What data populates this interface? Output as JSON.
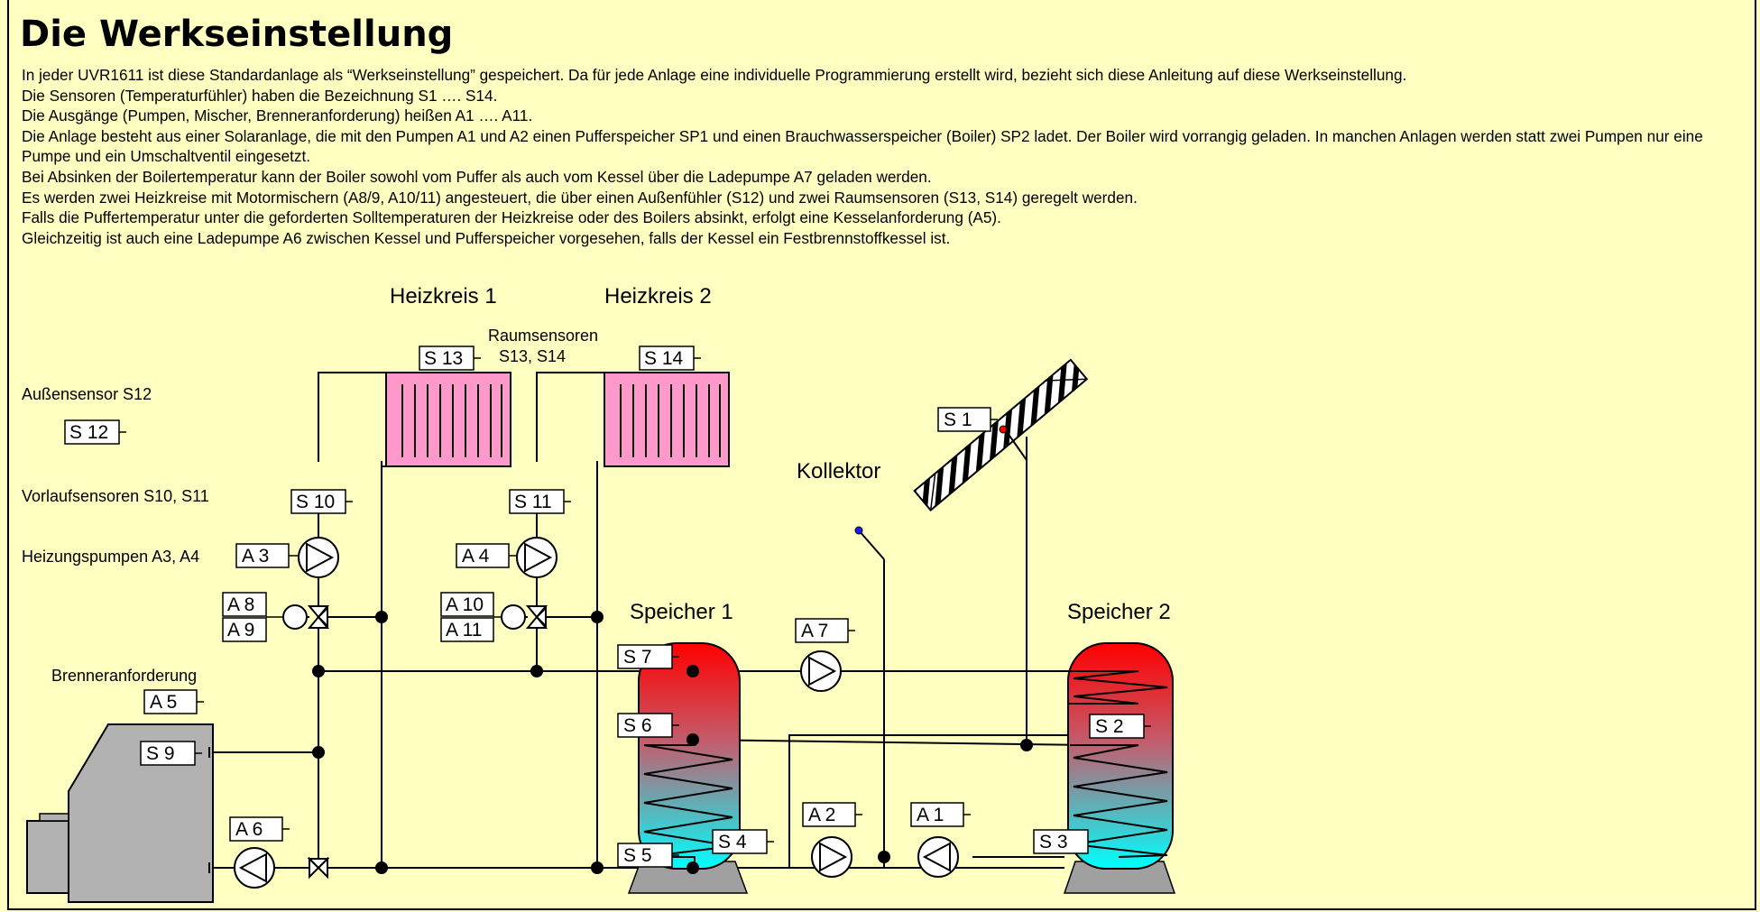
{
  "title": "Die Werkseinstellung",
  "paragraphs": [
    "In jeder UVR1611 ist diese Standardanlage als “Werkseinstellung” gespeichert. Da für jede Anlage eine individuelle Programmierung erstellt wird, bezieht sich diese Anleitung auf diese Werkseinstellung.",
    "Die Sensoren (Temperaturfühler) haben die Bezeichnung S1 …. S14.",
    "Die Ausgänge (Pumpen, Mischer, Brenneranforderung) heißen A1 …. A11.",
    "Die Anlage besteht aus einer Solaranlage, die mit den Pumpen A1 und A2 einen Pufferspeicher SP1 und einen Brauchwasserspeicher (Boiler) SP2 ladet. Der Boiler wird vorrangig geladen. In manchen Anlagen werden statt zwei Pumpen nur eine Pumpe und ein Umschaltventil eingesetzt.",
    "Bei Absinken der Boilertemperatur kann der Boiler sowohl vom Puffer als auch vom Kessel über die Ladepumpe A7 geladen werden.",
    "Es werden zwei Heizkreise mit Motormischern (A8/9, A10/11) angesteuert, die über einen Außenfühler (S12) und zwei Raumsensoren (S13, S14) geregelt werden.",
    "Falls die Puffertemperatur unter die geforderten Solltemperaturen der Heizkreise oder des Boilers absinkt, erfolgt eine Kesselanforderung (A5).",
    "Gleichzeitig ist auch eine Ladepumpe A6 zwischen Kessel und Pufferspeicher vorgesehen, falls der Kessel ein Festbrennstoffkessel ist."
  ],
  "diagram": {
    "labels": {
      "heizkreis1": "Heizkreis 1",
      "heizkreis2": "Heizkreis 2",
      "raumsensoren_line1": "Raumsensoren",
      "raumsensoren_line2": "S13, S14",
      "aussensensor": "Außensensor S12",
      "vorlaufsensoren": "Vorlaufsensoren S10, S11",
      "heizungspumpen": "Heizungspumpen A3, A4",
      "brenneranforderung": "Brenneranforderung",
      "kollektor": "Kollektor",
      "speicher1": "Speicher 1",
      "speicher2": "Speicher 2"
    },
    "sensors": {
      "s1": "S 1",
      "s2": "S 2",
      "s3": "S 3",
      "s4": "S 4",
      "s5": "S 5",
      "s6": "S 6",
      "s7": "S 7",
      "s9": "S 9",
      "s10": "S 10",
      "s11": "S 11",
      "s12": "S 12",
      "s13": "S 13",
      "s14": "S 14"
    },
    "outputs": {
      "a1": "A 1",
      "a2": "A 2",
      "a3": "A 3",
      "a4": "A 4",
      "a5": "A 5",
      "a6": "A 6",
      "a7": "A 7",
      "a8": "A 8",
      "a9": "A 9",
      "a10": "A 10",
      "a11": "A 11"
    },
    "colors": {
      "background": "#ffffc2",
      "radiator": "#ff99cc",
      "tank_top": "#ff0000",
      "tank_bottom": "#00ffff",
      "boiler": "#b2b2b2",
      "stand": "#a0a0a0"
    }
  }
}
